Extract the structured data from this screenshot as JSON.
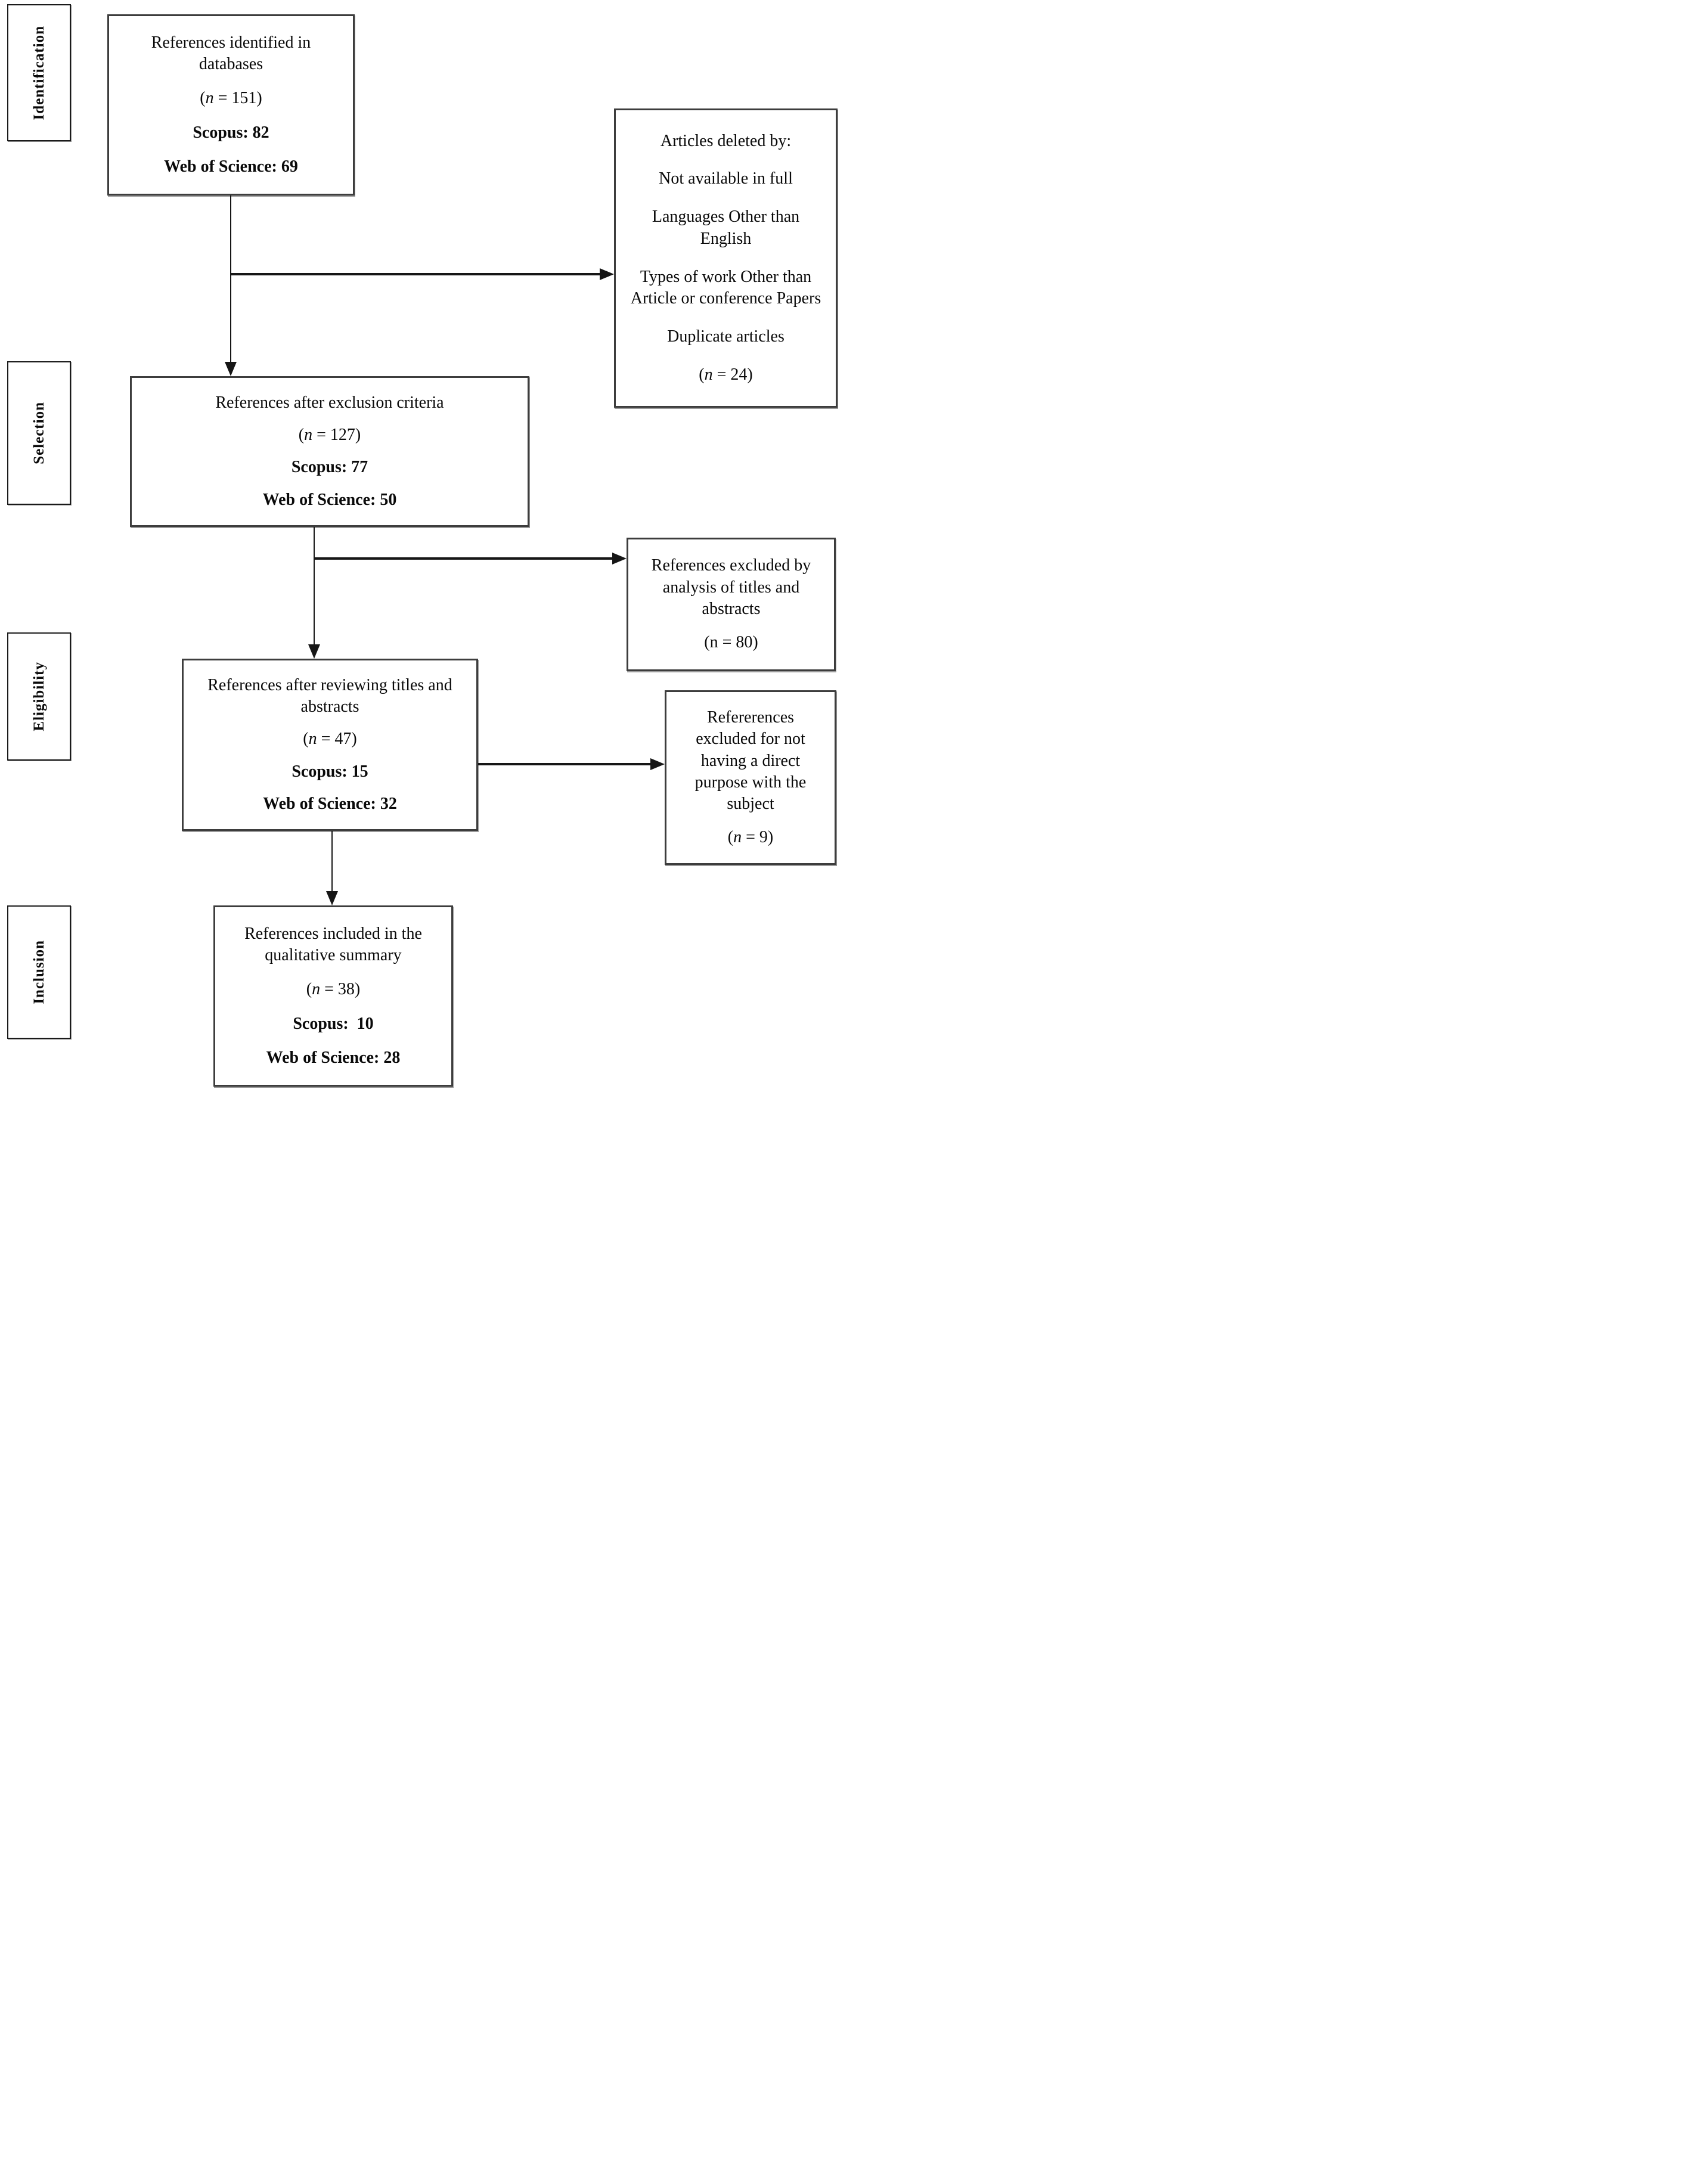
{
  "stages": [
    {
      "label": "Identification"
    },
    {
      "label": "Selection"
    },
    {
      "label": "Eligibility"
    },
    {
      "label": "Inclusion"
    }
  ],
  "main_boxes": [
    {
      "title": "References identified in databases",
      "n_stat": {
        "open": "(",
        "var": "n",
        "rest": " = 151)"
      },
      "scopus": "Scopus: 82",
      "wos": "Web of Science: 69"
    },
    {
      "title": "References after exclusion criteria",
      "n_stat": {
        "open": "(",
        "var": "n",
        "rest": " = 127)"
      },
      "scopus": "Scopus: 77",
      "wos": "Web of Science: 50"
    },
    {
      "title": "References after reviewing titles and abstracts",
      "n_stat": {
        "open": "(",
        "var": "n",
        "rest": " = 47)"
      },
      "scopus": "Scopus: 15",
      "wos": "Web of Science: 32"
    },
    {
      "title": "References included in the qualitative summary",
      "n_stat": {
        "open": "(",
        "var": "n",
        "rest": " = 38)"
      },
      "scopus": "Scopus:  10",
      "wos": "Web of Science: 28"
    }
  ],
  "side_boxes": [
    {
      "title": "Articles deleted by:",
      "items": [
        "Not available in full",
        "Languages Other than English",
        "Types of work Other than Article or conference Papers",
        "Duplicate articles"
      ],
      "n_stat": {
        "open": "(",
        "var": "n",
        "rest": " = 24)"
      }
    },
    {
      "title": "References excluded by analysis of titles and abstracts",
      "n_stat": {
        "open": "(",
        "var": "n",
        "rest": " = 80)"
      }
    },
    {
      "title": "Refererences excluded for not having a direct purpose with the subject",
      "n_stat": {
        "open": "(",
        "var": "n",
        "rest": " = 9)"
      }
    }
  ]
}
